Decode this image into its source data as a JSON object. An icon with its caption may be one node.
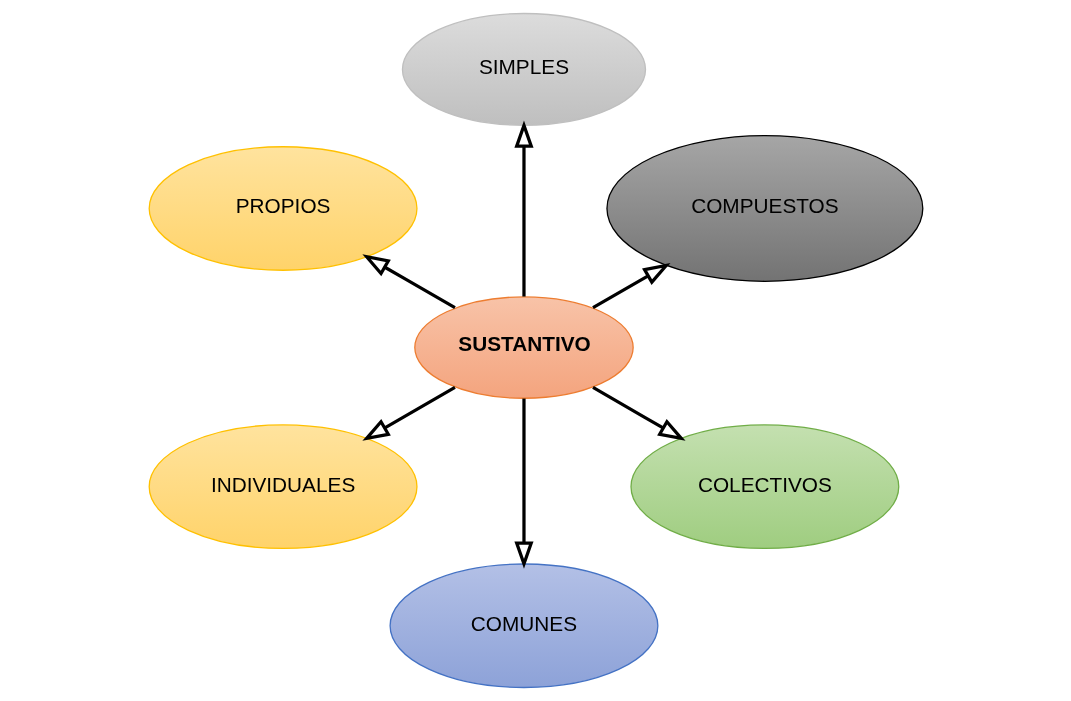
{
  "diagram": {
    "nodes": [
      {
        "text": [
          "COMPUESTOS"
        ]
      },
      {
        "text": [
          "SIMPLES"
        ]
      },
      {
        "text": [
          "PROPIOS"
        ]
      },
      {
        "text": [
          "SUSTANTIVO"
        ]
      },
      {
        "text": [
          "INDIVIDUALES"
        ]
      },
      {
        "text": [
          "COMUNES"
        ]
      },
      {
        "text": [
          "COLECTIVOS"
        ]
      }
    ],
    "edges": [
      {
        "from": 3,
        "to": 0,
        "arrow": "to"
      },
      {
        "from": 3,
        "to": 1,
        "arrow": "to"
      },
      {
        "from": 3,
        "to": 2,
        "arrow": "to"
      },
      {
        "from": 3,
        "to": 4,
        "arrow": "to"
      },
      {
        "from": 3,
        "to": 5,
        "arrow": "to"
      },
      {
        "from": 3,
        "to": 6,
        "arrow": "to"
      }
    ]
  }
}
